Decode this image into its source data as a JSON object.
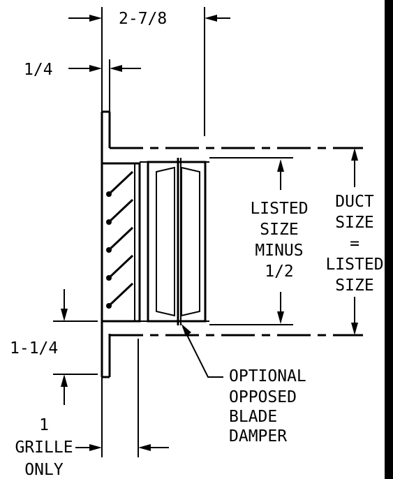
{
  "dimensions": {
    "top_width": "2-7/8",
    "flange": "1/4",
    "bottom_offset": "1-1/4",
    "grille_only_line1": "1",
    "grille_only_line2": "GRILLE",
    "grille_only_line3": "ONLY"
  },
  "listed_size": {
    "line1": "LISTED",
    "line2": "SIZE",
    "line3": "MINUS",
    "line4": "1/2"
  },
  "duct_size": {
    "line1": "DUCT",
    "line2": "SIZE",
    "line3": "=",
    "line4": "LISTED",
    "line5": "SIZE"
  },
  "damper_callout": {
    "line1": "OPTIONAL",
    "line2": "OPPOSED",
    "line3": "BLADE",
    "line4": "DAMPER"
  },
  "colors": {
    "ink": "#000000",
    "paper": "#ffffff"
  }
}
